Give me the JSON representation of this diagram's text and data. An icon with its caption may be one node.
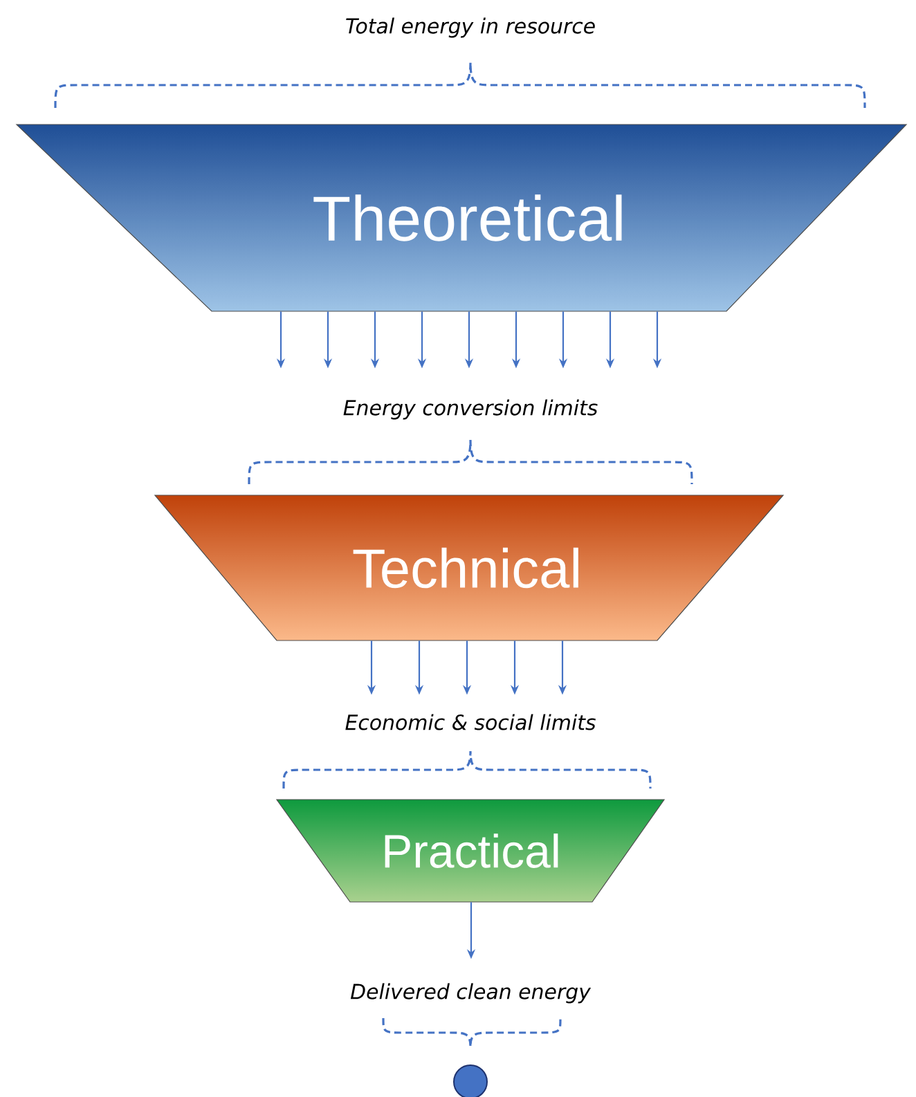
{
  "diagram": {
    "nodes": [
      {
        "text": [
          "Theoretical"
        ]
      },
      {
        "text": [
          "Technical"
        ]
      },
      {
        "text": [
          "Practical"
        ]
      },
      {
        "text": [],
        "shape": "circle"
      }
    ],
    "edges": [
      {
        "from": 0,
        "to": null,
        "arrow": "to"
      },
      {
        "from": 0,
        "to": null,
        "arrow": "to"
      },
      {
        "from": 0,
        "to": null,
        "arrow": "to"
      },
      {
        "from": 0,
        "to": null,
        "arrow": "to"
      },
      {
        "from": 0,
        "to": null,
        "arrow": "to"
      },
      {
        "from": 0,
        "to": null,
        "arrow": "to"
      },
      {
        "from": 0,
        "to": null,
        "arrow": "to"
      },
      {
        "from": 0,
        "to": null,
        "arrow": "to"
      },
      {
        "from": 0,
        "to": null,
        "arrow": "to"
      },
      {
        "from": 1,
        "to": null,
        "arrow": "to"
      },
      {
        "from": 1,
        "to": null,
        "arrow": "to"
      },
      {
        "from": 1,
        "to": null,
        "arrow": "to"
      },
      {
        "from": 1,
        "to": null,
        "arrow": "to"
      },
      {
        "from": 1,
        "to": null,
        "arrow": "to"
      },
      {
        "from": 2,
        "to": null,
        "arrow": "to"
      }
    ],
    "labels": [
      "Total energy in resource",
      "Energy conversion limits",
      "Economic & social limits",
      "Delivered clean energy"
    ]
  }
}
